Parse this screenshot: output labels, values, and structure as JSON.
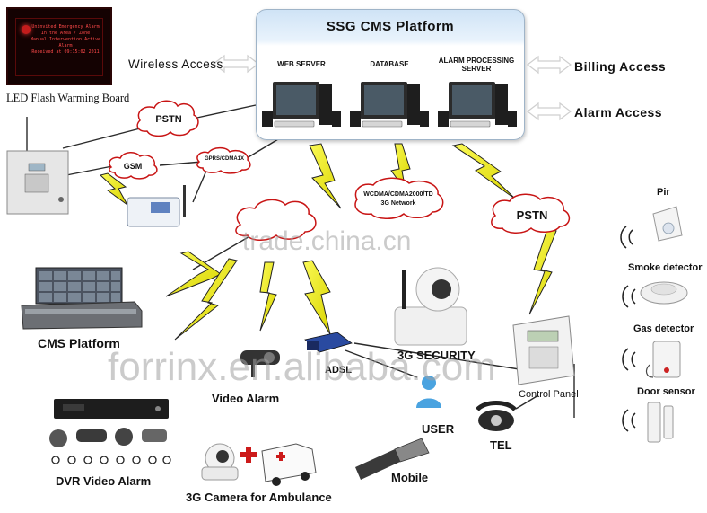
{
  "platform": {
    "title": "SSG CMS Platform",
    "servers": [
      "WEB SERVER",
      "DATABASE",
      "ALARM PROCESSING\nSERVER"
    ]
  },
  "access": {
    "wireless": "Wireless Access",
    "billing": "Billing Access",
    "alarm": "Alarm Access"
  },
  "led_board": {
    "label": "LED Flash Warming Board",
    "screen_lines": [
      "Uninvited Emergency Alarm",
      "In the Area / Zone",
      "Manual Intervention Active Alarm",
      "Received at 09:15:02 2011"
    ]
  },
  "clouds": {
    "pstn_left": "PSTN",
    "gsm": "GSM",
    "gprs": "GPRS/CDMA1X",
    "wcdma": "WCDMA/CDMA2000/TD\n3G Network",
    "pstn_right": "PSTN"
  },
  "devices": {
    "cms": "CMS Platform",
    "video_alarm": "Video Alarm",
    "adsl": "ADSL",
    "security": "3G SECURITY",
    "control_panel": "Control Panel",
    "user": "USER",
    "tel": "TEL",
    "mobile": "Mobile",
    "dvr": "DVR Video Alarm",
    "ambulance": "3G Camera for Ambulance"
  },
  "sensors": {
    "pir": "Pir",
    "smoke": "Smoke detector",
    "gas": "Gas detector",
    "door": "Door sensor"
  },
  "watermarks": {
    "top": "trade.china.cn",
    "bottom": "forrinx.en.alibaba.com"
  },
  "colors": {
    "bolt": "#e8e600",
    "bolt_stroke": "#222222",
    "platform_border": "#9fb4c8",
    "cloud_fill": "#ffffff",
    "cloud_stroke": "#c81414",
    "led_text": "#e83030",
    "arrow": "#d8d8d8"
  }
}
